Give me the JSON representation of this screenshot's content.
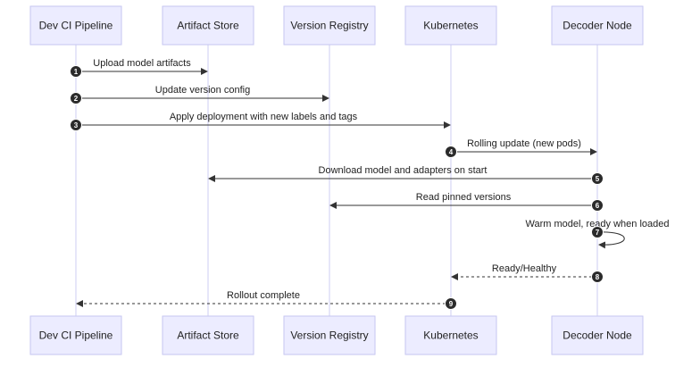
{
  "diagram": {
    "participants": [
      {
        "id": "ci",
        "label": "Dev CI Pipeline"
      },
      {
        "id": "artifact",
        "label": "Artifact Store"
      },
      {
        "id": "registry",
        "label": "Version Registry"
      },
      {
        "id": "k8s",
        "label": "Kubernetes"
      },
      {
        "id": "decoder",
        "label": "Decoder Node"
      }
    ],
    "messages": [
      {
        "seq": "1",
        "from": "ci",
        "to": "artifact",
        "label": "Upload model artifacts",
        "style": "solid"
      },
      {
        "seq": "2",
        "from": "ci",
        "to": "registry",
        "label": "Update version config",
        "style": "solid"
      },
      {
        "seq": "3",
        "from": "ci",
        "to": "k8s",
        "label": "Apply deployment with new labels and tags",
        "style": "solid"
      },
      {
        "seq": "4",
        "from": "k8s",
        "to": "decoder",
        "label": "Rolling update (new pods)",
        "style": "solid"
      },
      {
        "seq": "5",
        "from": "decoder",
        "to": "artifact",
        "label": "Download model and adapters on start",
        "style": "solid"
      },
      {
        "seq": "6",
        "from": "decoder",
        "to": "registry",
        "label": "Read pinned versions",
        "style": "solid"
      },
      {
        "seq": "7",
        "from": "decoder",
        "to": "decoder",
        "label": "Warm model, ready when loaded",
        "style": "solid"
      },
      {
        "seq": "8",
        "from": "decoder",
        "to": "k8s",
        "label": "Ready/Healthy",
        "style": "dashed"
      },
      {
        "seq": "9",
        "from": "k8s",
        "to": "ci",
        "label": "Rollout complete",
        "style": "dashed"
      }
    ]
  }
}
